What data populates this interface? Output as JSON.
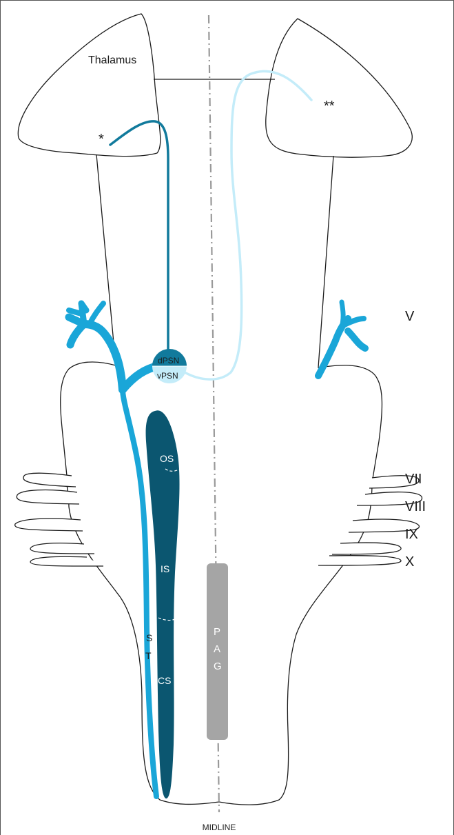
{
  "labels": {
    "thalamus": "Thalamus",
    "star_left": "*",
    "star_right": "**",
    "dpsn": "dPSN",
    "vpsn": "vPSN",
    "os": "OS",
    "is": "IS",
    "cs": "CS",
    "st_s": "S",
    "st_t": "T",
    "pag_p": "P",
    "pag_a": "A",
    "pag_g": "G",
    "midline": "MIDLINE"
  },
  "cranial_nerves": [
    "V",
    "VII",
    "VIII",
    "IX",
    "X"
  ],
  "colors": {
    "trigeminal": "#1aa6d8",
    "spinal_nucleus": "#0b5670",
    "dorsal_tract": "#117a9c",
    "ventral_tract": "#c4ecf9",
    "pag": "#a5a5a5",
    "outline": "#1a1a1a",
    "midline": "#999999"
  }
}
